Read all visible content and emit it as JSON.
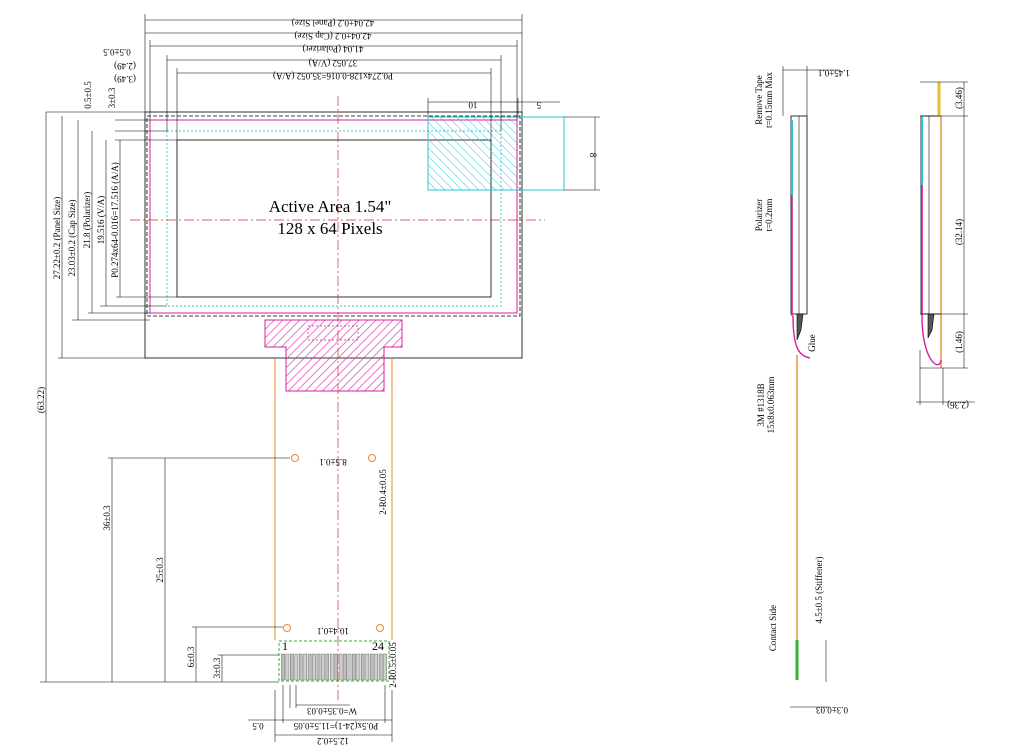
{
  "title": {
    "active_area": "Active Area 1.54\"",
    "pixels": "128 x 64 Pixels"
  },
  "top_dims": {
    "panel_size": "42.04±0.2 (Panel Size)",
    "cap_size": "42.04±0.2 (Cap Size)",
    "polarizer": "41.04 (Polarizer)",
    "tol_05": "0.5±0.5",
    "va": "37.052 (V/A)",
    "aa": "P0.274x128-0.016=35.052 (A/A)",
    "d249": "(2.49)",
    "d349": "(3.49)",
    "d10": "10",
    "d5": "5",
    "d8": "8"
  },
  "left_dims": {
    "tol_05": "0.5±0.5",
    "d3": "3±0.3",
    "panel": "27.22±0.2 (Panel Size)",
    "cap": "23.03±0.2 (Cap Size)",
    "pol": "21.8 (Polarizer)",
    "va": "19.516 (V/A)",
    "aa": "P0.274x64-0.016=17.516 (A/A)",
    "total": "(63.22)",
    "d36": "36±0.3",
    "d25": "25±0.3",
    "d6": "6±0.3"
  },
  "fpc": {
    "hole_dist": "8.5±0.1",
    "hole_r": "2-R0.4±0.05",
    "d10": "10.4±0.1",
    "corner_r": "2-R0.5±0.05",
    "pin1": "1",
    "pin24": "24",
    "width_w": "W=0.35±0.03",
    "pitch": "P0.5x(24-1)=11.5±0.05",
    "d05": "0.5",
    "total": "12.5±0.2"
  },
  "side1": {
    "thickness": "1.45±0.1",
    "remove_tape": "Remove Tape",
    "remove_tape_t": "t=0.15mm Max",
    "polarizer": "Polarizer",
    "polarizer_t": "t=0.2mm",
    "glue": "Glue",
    "tape": "3M #1318B",
    "tape_size": "15x8x0.063mm",
    "stiffener": "4.5±0.5 (Stiffener)",
    "contact_side": "Contact Side",
    "bottom": "0.3±0.03"
  },
  "side2": {
    "d346": "(3.46)",
    "d3214": "(32.14)",
    "d146": "(1.46)",
    "d236": "(2.36)"
  },
  "colors": {
    "magenta": "#d4209e",
    "cyan": "#29c7d6",
    "orange": "#e8882a",
    "green": "#33b233",
    "red": "#d62828"
  }
}
